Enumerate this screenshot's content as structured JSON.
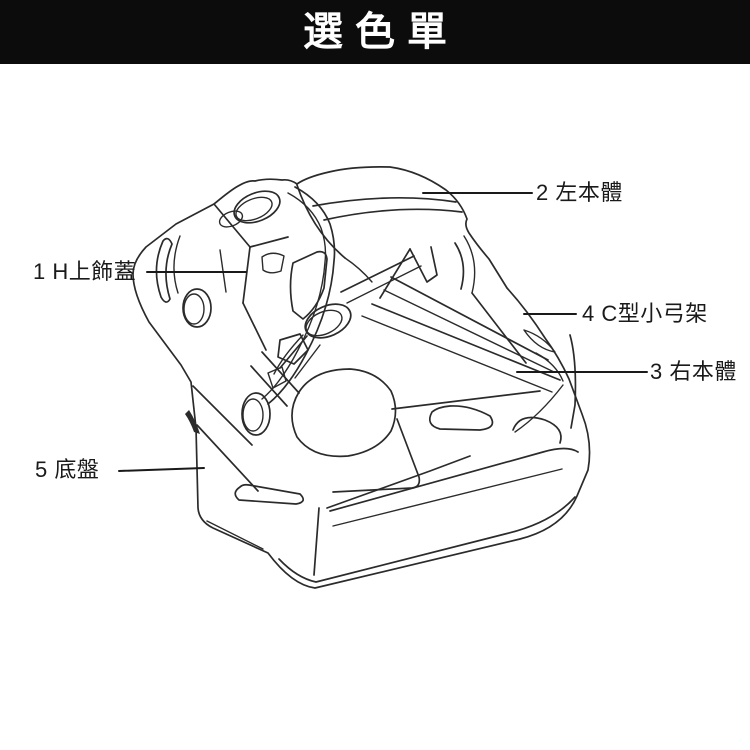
{
  "header": {
    "title": "選色單"
  },
  "colors": {
    "header_bg": "#0c0c0c",
    "header_fg": "#ffffff",
    "line": "#2b2b2b",
    "label_text": "#1a1a1a",
    "canvas": "#ffffff"
  },
  "diagram": {
    "description": "monochrome line-art of product assembly with five numbered part callouts",
    "labels": [
      {
        "num": "1",
        "part": "H上飾蓋",
        "text": "1 H上飾蓋"
      },
      {
        "num": "2",
        "part": "左本體",
        "text": "2 左本體"
      },
      {
        "num": "3",
        "part": "右本體",
        "text": "3 右本體"
      },
      {
        "num": "4",
        "part": "C型小弓架",
        "text": "4 C型小弓架"
      },
      {
        "num": "5",
        "part": "底盤",
        "text": "5 底盤"
      }
    ]
  }
}
